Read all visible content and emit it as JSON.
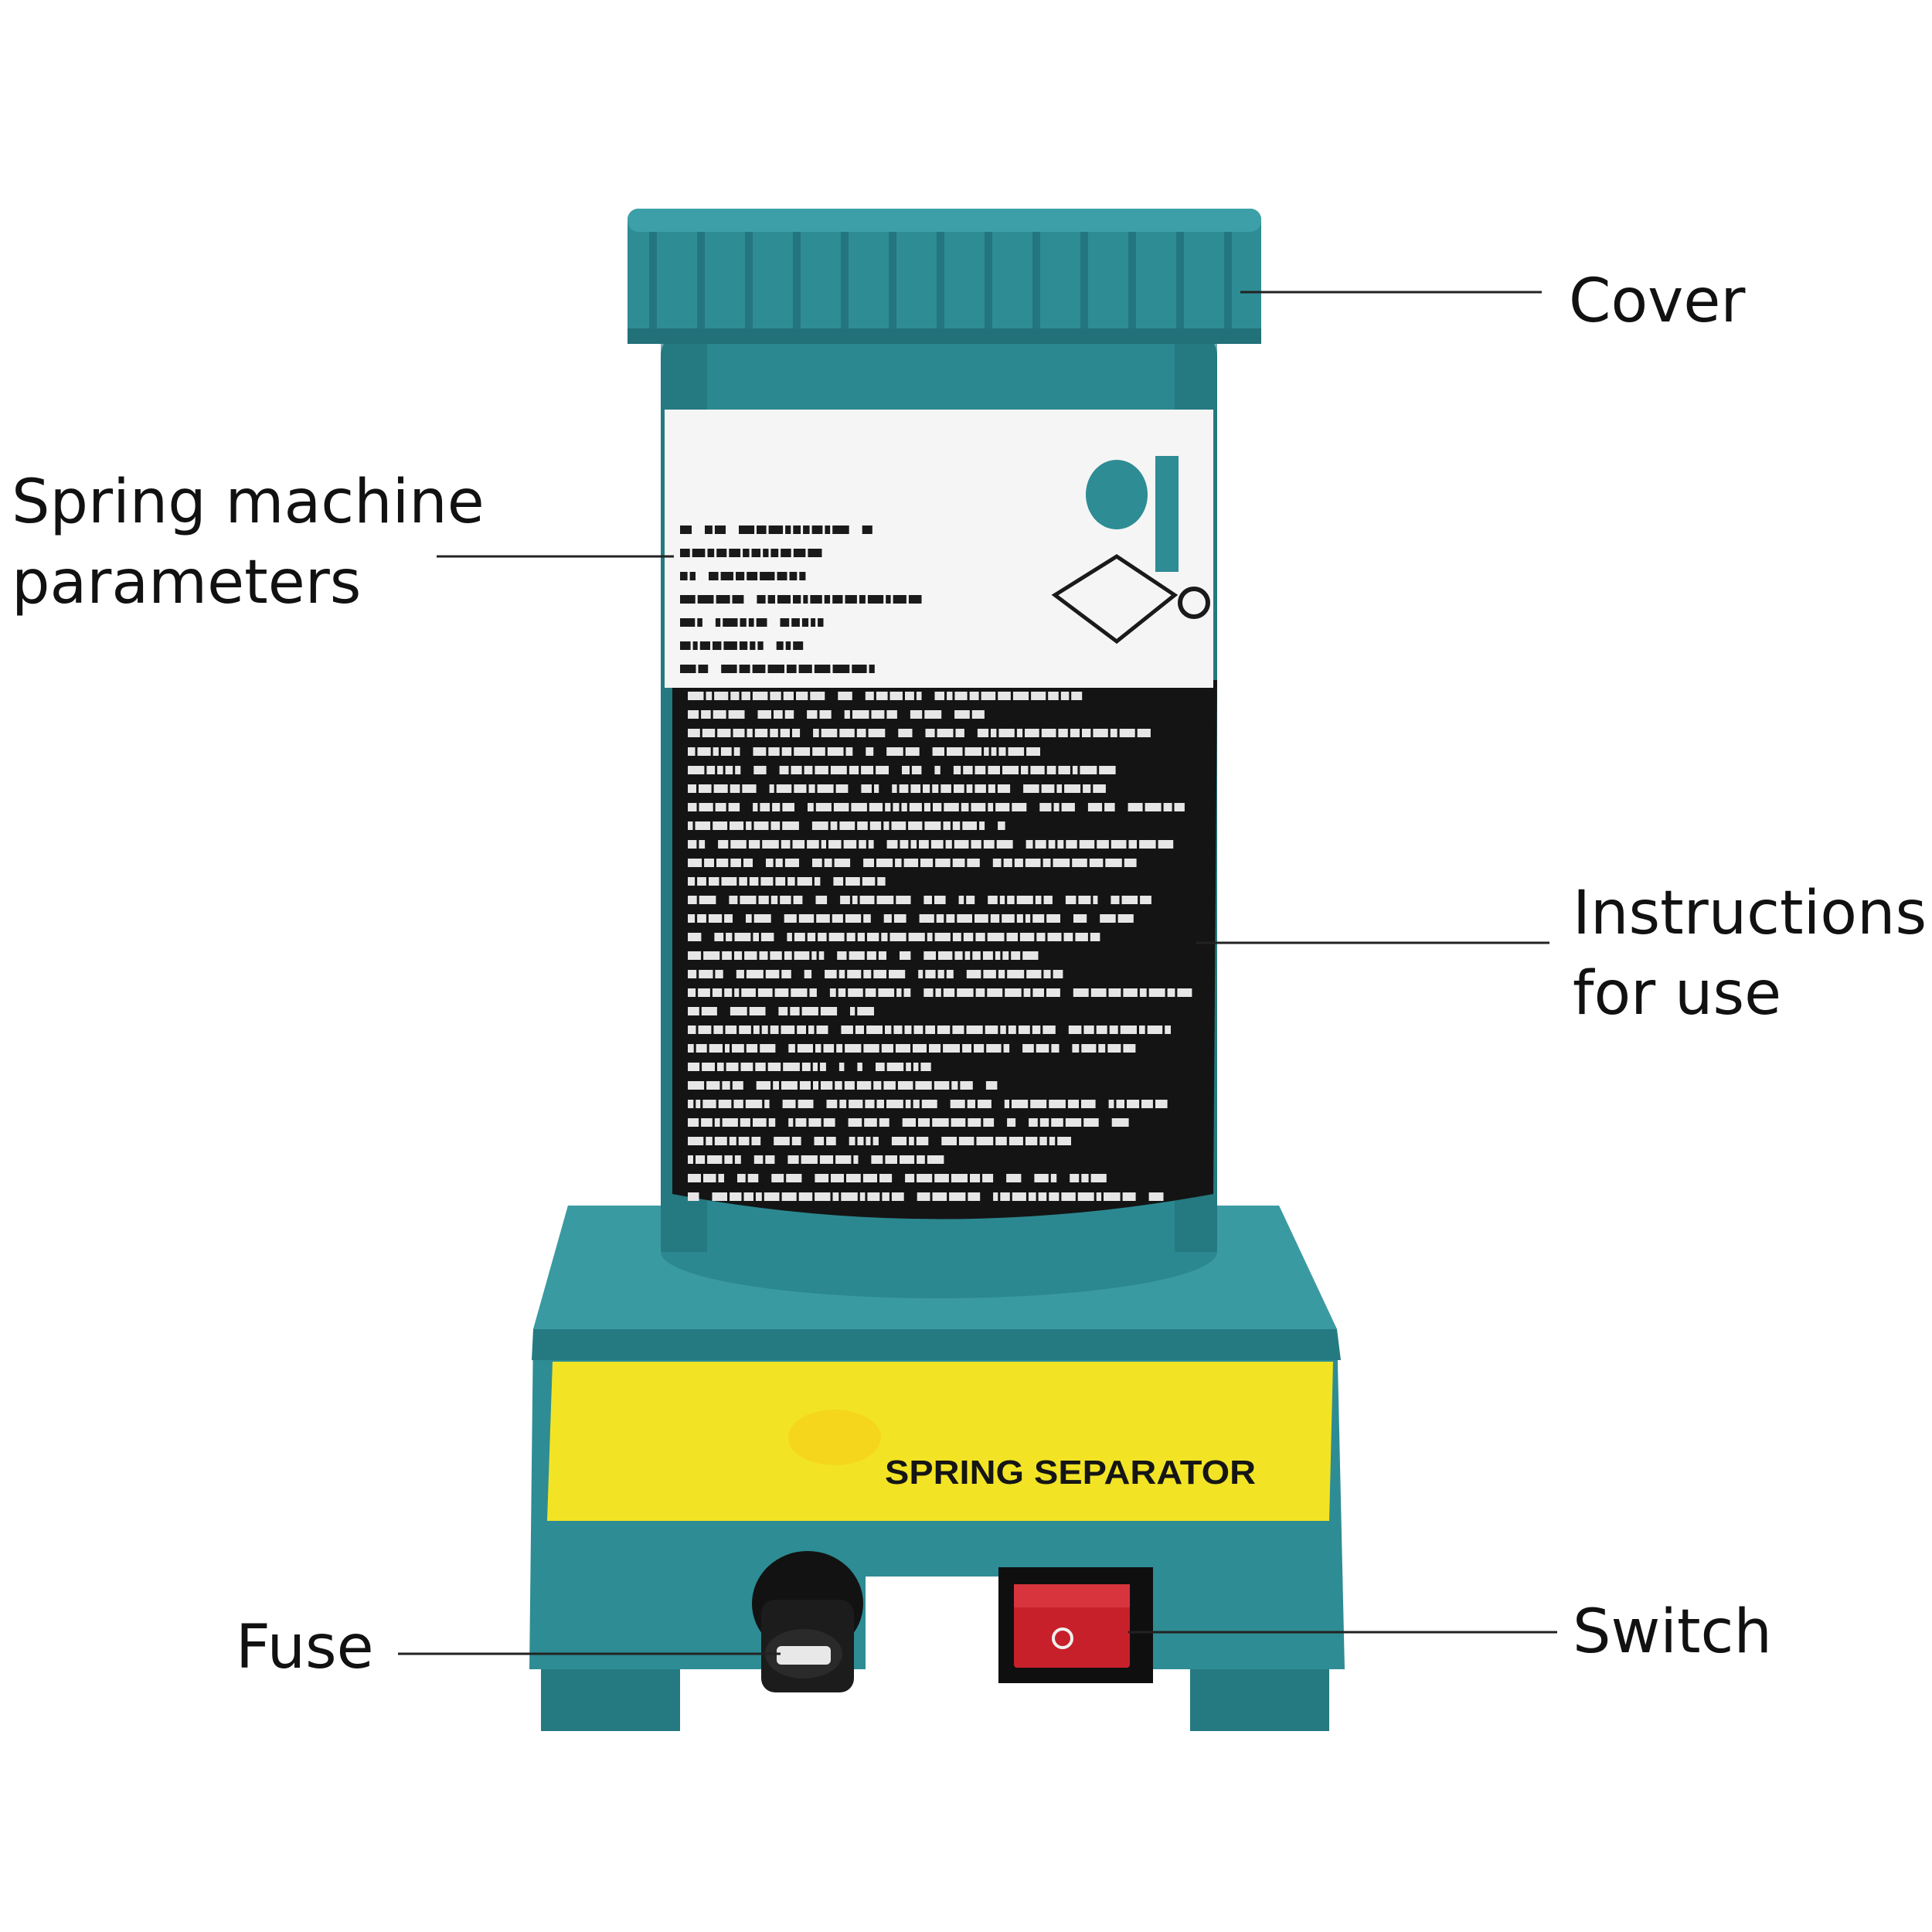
{
  "colors": {
    "body_teal": "#2e8c94",
    "body_dark": "#1f6e74",
    "label_yellow": "#f2e424",
    "instruction_panel": "#141414",
    "parameter_panel": "#f5f5f5",
    "switch_red": "#c8202a",
    "leader_line": "#222222"
  },
  "callouts": {
    "cover": {
      "lines": [
        "Cover"
      ],
      "icon": "cover"
    },
    "parameters": {
      "lines": [
        "Spring machine",
        "parameters"
      ],
      "icon": "parameter-label"
    },
    "instructions": {
      "lines": [
        "Instructions",
        "for use"
      ],
      "icon": "instruction-panel"
    },
    "fuse": {
      "lines": [
        "Fuse"
      ],
      "icon": "fuse-holder"
    },
    "switch": {
      "lines": [
        "Switch"
      ],
      "icon": "rocker-switch"
    }
  },
  "device": {
    "front_label": "SPRING SEPARATOR"
  }
}
